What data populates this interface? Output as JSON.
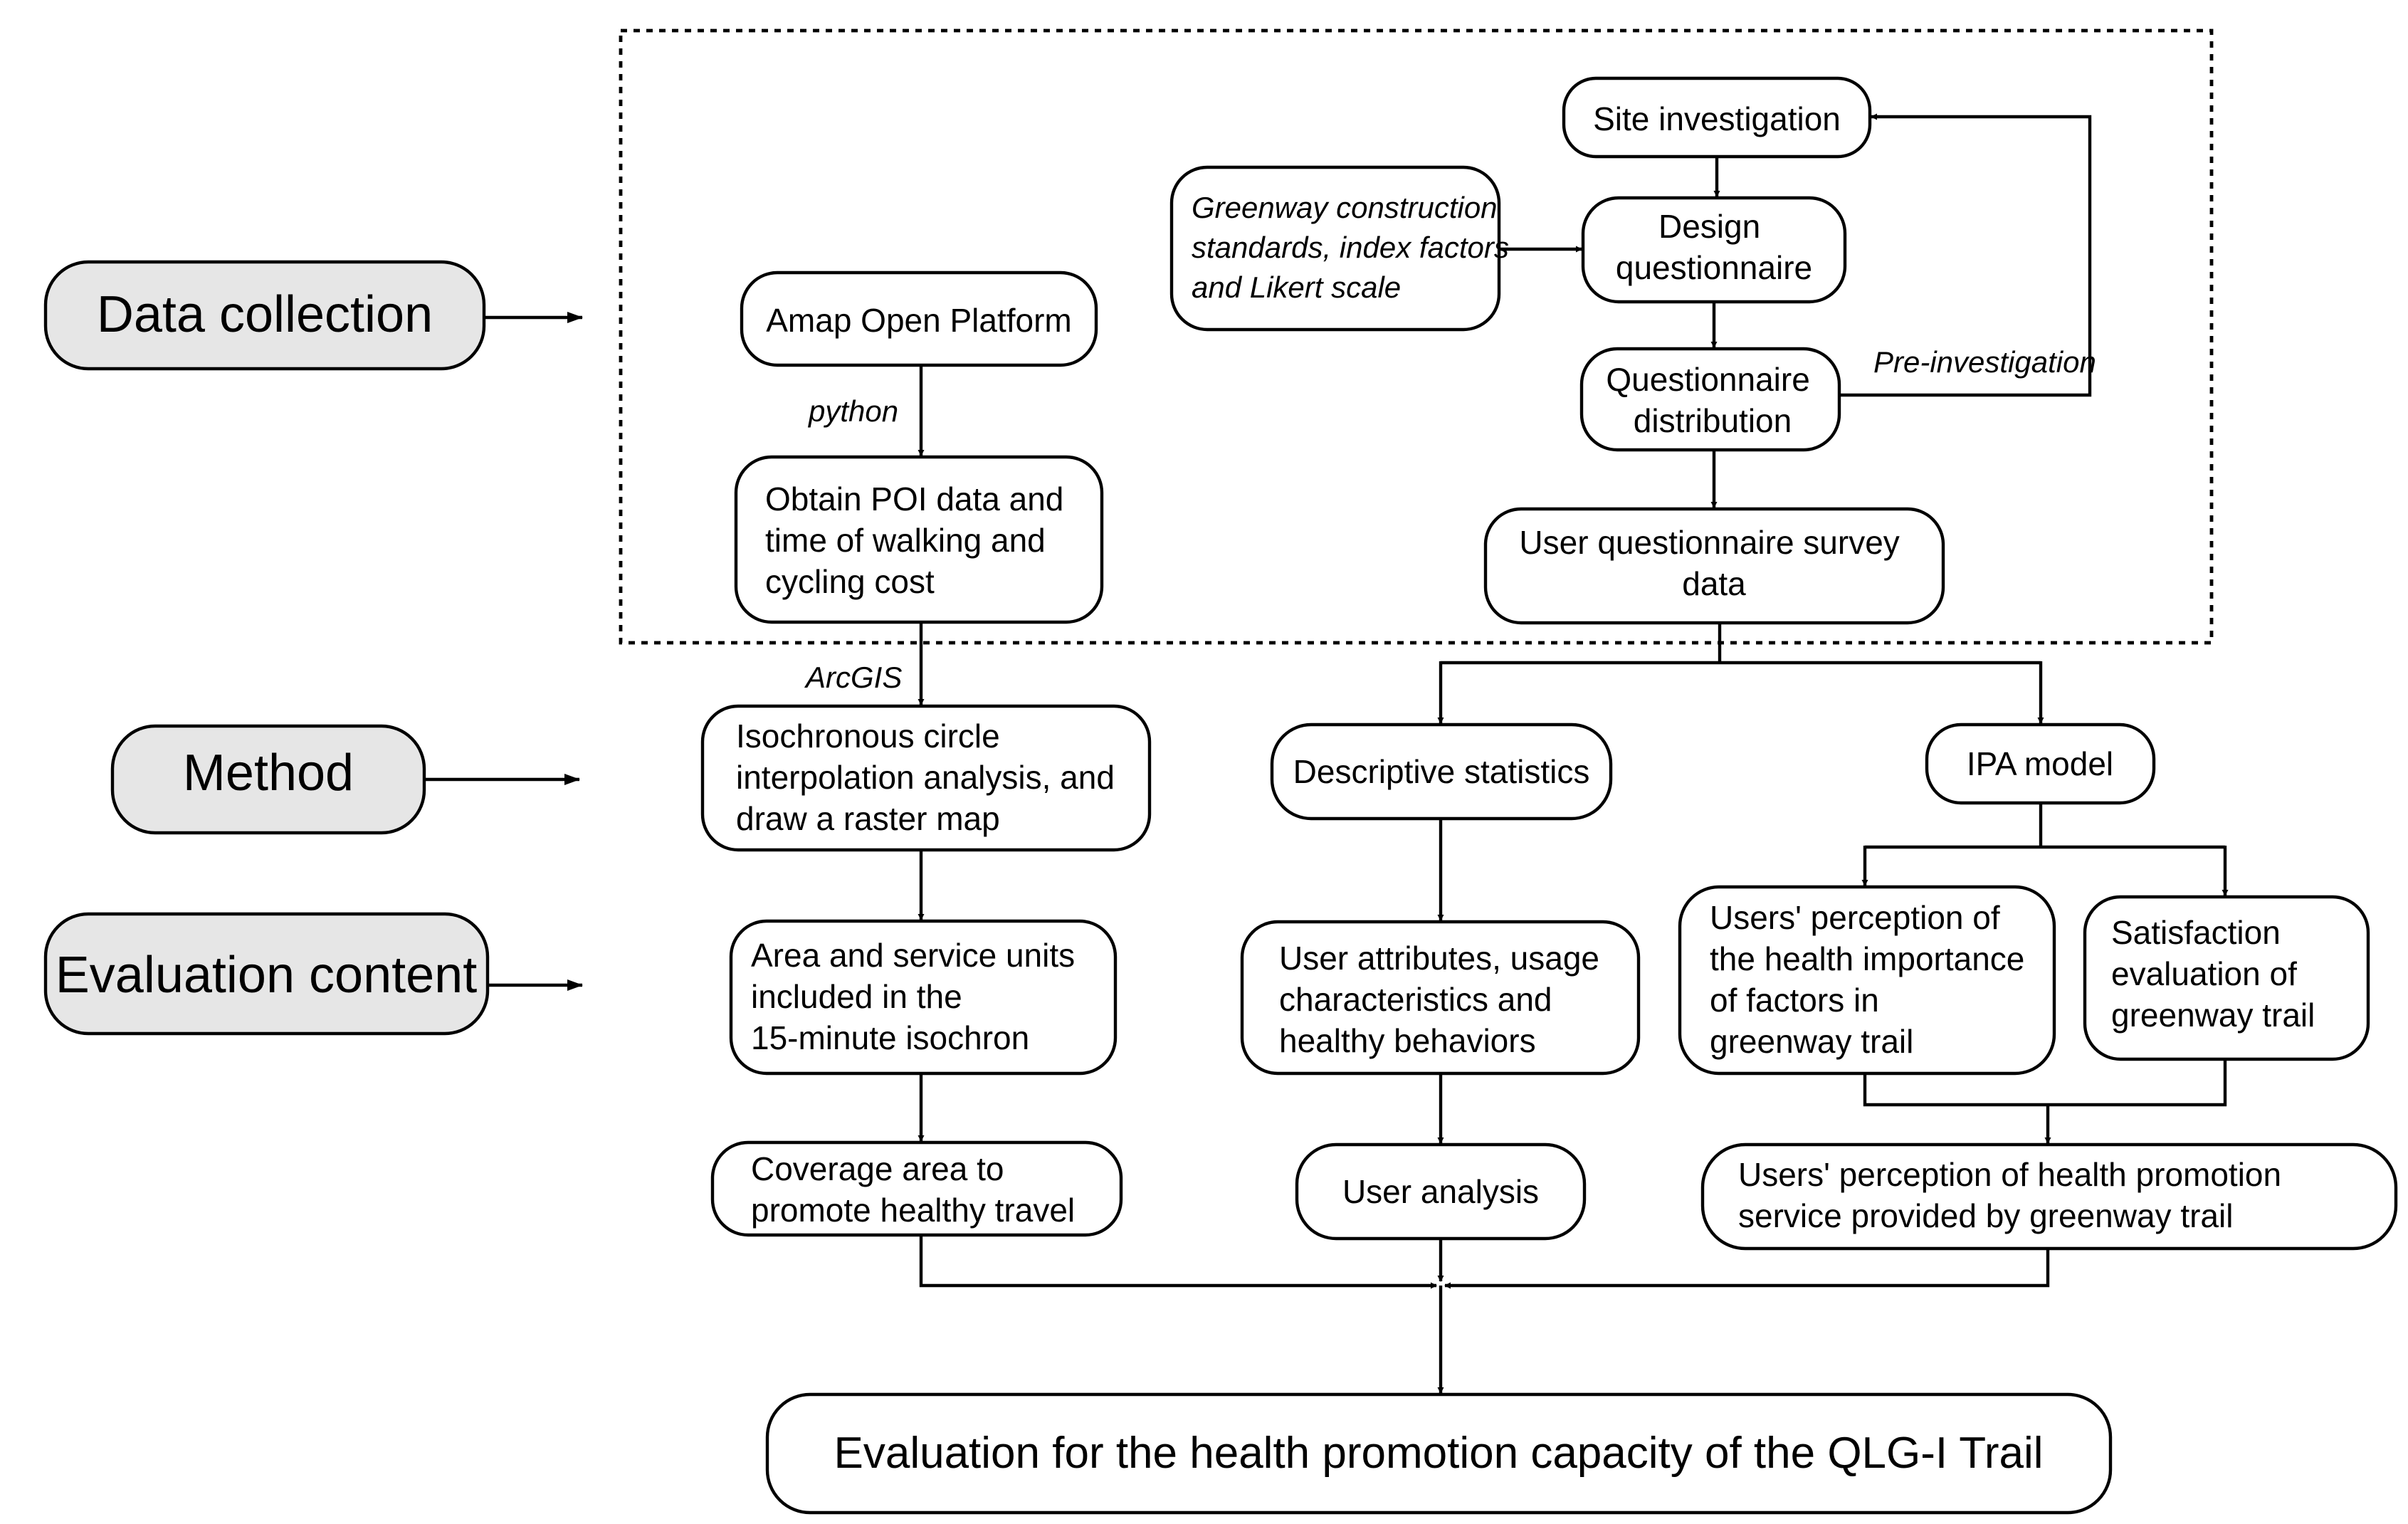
{
  "categories": {
    "data_collection": "Data collection",
    "method": "Method",
    "evaluation_content": "Evaluation content"
  },
  "nodes": {
    "amap": [
      "Amap Open Platform"
    ],
    "obtain_poi": [
      "Obtain POI data and",
      "time of walking and",
      "cycling cost"
    ],
    "isochronous": [
      "Isochronous circle",
      "interpolation analysis, and",
      "draw a raster map"
    ],
    "area_service": [
      "Area and service units",
      "included in the",
      "15-minute isochron"
    ],
    "coverage": [
      "Coverage area to",
      "promote healthy travel"
    ],
    "site_investigation": [
      "Site investigation"
    ],
    "greenway_standards": [
      "Greenway construction",
      "standards, index factors",
      "and Likert scale"
    ],
    "design_questionnaire": [
      "Design",
      "questionnaire"
    ],
    "questionnaire_distribution": [
      "Questionnaire",
      "distribution"
    ],
    "user_survey_data": [
      "User questionnaire survey",
      "data"
    ],
    "descriptive_statistics": [
      "Descriptive statistics"
    ],
    "user_attributes": [
      "User attributes, usage",
      "characteristics and",
      "healthy behaviors"
    ],
    "user_analysis": [
      "User analysis"
    ],
    "ipa_model": [
      "IPA model"
    ],
    "users_perception_importance": [
      "Users' perception of",
      "the health importance",
      "of factors in",
      "greenway trail"
    ],
    "satisfaction_evaluation": [
      "Satisfaction",
      "evaluation of",
      "greenway trail"
    ],
    "users_perception_service": [
      "Users' perception of health promotion",
      "service provided by greenway trail"
    ],
    "final": [
      "Evaluation for the health promotion capacity of the QLG-I Trail"
    ]
  },
  "edge_labels": {
    "python": "python",
    "arcgis": "ArcGIS",
    "pre_investigation": "Pre-investigation"
  }
}
